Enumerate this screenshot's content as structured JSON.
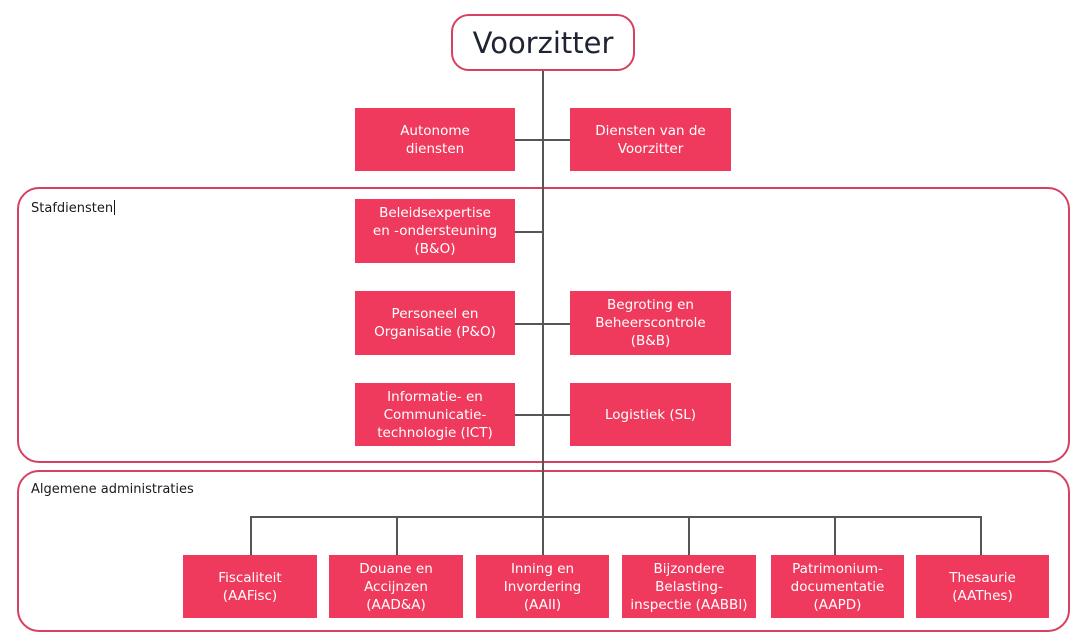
{
  "top": {
    "label": "Voorzitter"
  },
  "direct": [
    {
      "label": "Autonome\ndiensten"
    },
    {
      "label": "Diensten van de\nVoorzitter"
    }
  ],
  "stafdiensten": {
    "title": "Stafdiensten",
    "units": [
      {
        "label": "Beleidsexpertise\nen -ondersteuning\n(B&O)"
      },
      {
        "label": "Personeel en\nOrganisatie (P&O)"
      },
      {
        "label": "Begroting en\nBeheerscontrole\n(B&B)"
      },
      {
        "label": "Informatie- en\nCommunicatie-\ntechnologie (ICT)"
      },
      {
        "label": "Logistiek (SL)"
      }
    ]
  },
  "algemene": {
    "title": "Algemene administraties",
    "units": [
      {
        "label": "Fiscaliteit\n(AAFisc)"
      },
      {
        "label": "Douane en\nAccijnzen\n(AAD&A)"
      },
      {
        "label": "Inning en\nInvordering\n(AAII)"
      },
      {
        "label": "Bijzondere\nBelasting-\ninspectie (AABBI)"
      },
      {
        "label": "Patrimonium-\ndocumentatie\n(AAPD)"
      },
      {
        "label": "Thesaurie\n(AAThes)"
      }
    ]
  },
  "colors": {
    "unit_fill": "#ef3a5d",
    "frame_stroke": "#d8405f",
    "connector": "#555555"
  }
}
